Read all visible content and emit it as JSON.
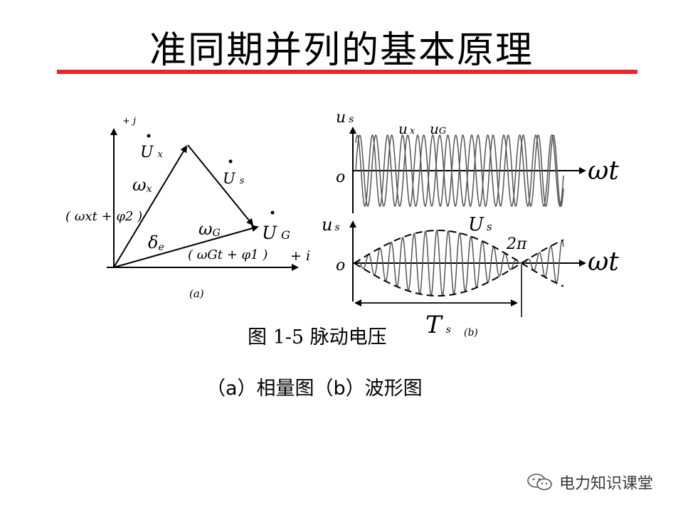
{
  "title": "准同期并列的基本原理",
  "colors": {
    "rule": "#e8262a",
    "ink": "#000000",
    "wave": "#555555"
  },
  "phasor": {
    "axis_y": "+ j",
    "axis_x": "+ i",
    "Ux": "U",
    "Ux_sub": "x",
    "Us": "U",
    "Us_sub": "s",
    "UG": "U",
    "UG_sub": "G",
    "omega_x": "ω",
    "omega_x_sub": "x",
    "omega_G": "ω",
    "omega_G_sub": "G",
    "delta": "δ",
    "delta_sub": "e",
    "phase2": "( ωxt + φ2 )",
    "phase1": "( ωGt + φ1 )",
    "label": "(a)"
  },
  "wave_top": {
    "ylabel": "u",
    "ylabel_sub": "s",
    "legend1": "u",
    "legend1_sub": "x",
    "legend2": "u",
    "legend2_sub": "G",
    "origin": "o",
    "xlabel": "ωt"
  },
  "wave_bottom": {
    "ylabel": "u",
    "ylabel_sub": "s",
    "envelope": "U",
    "envelope_sub": "s",
    "two_pi": "2π",
    "origin": "o",
    "xlabel": "ωt",
    "period": "T",
    "period_sub": "s",
    "label": "(b)"
  },
  "caption": "图 1-5  脉动电压",
  "subcaption": "（a）相量图（b）波形图",
  "watermark": "电力知识课堂",
  "watermark_icon": "wechat-icon"
}
